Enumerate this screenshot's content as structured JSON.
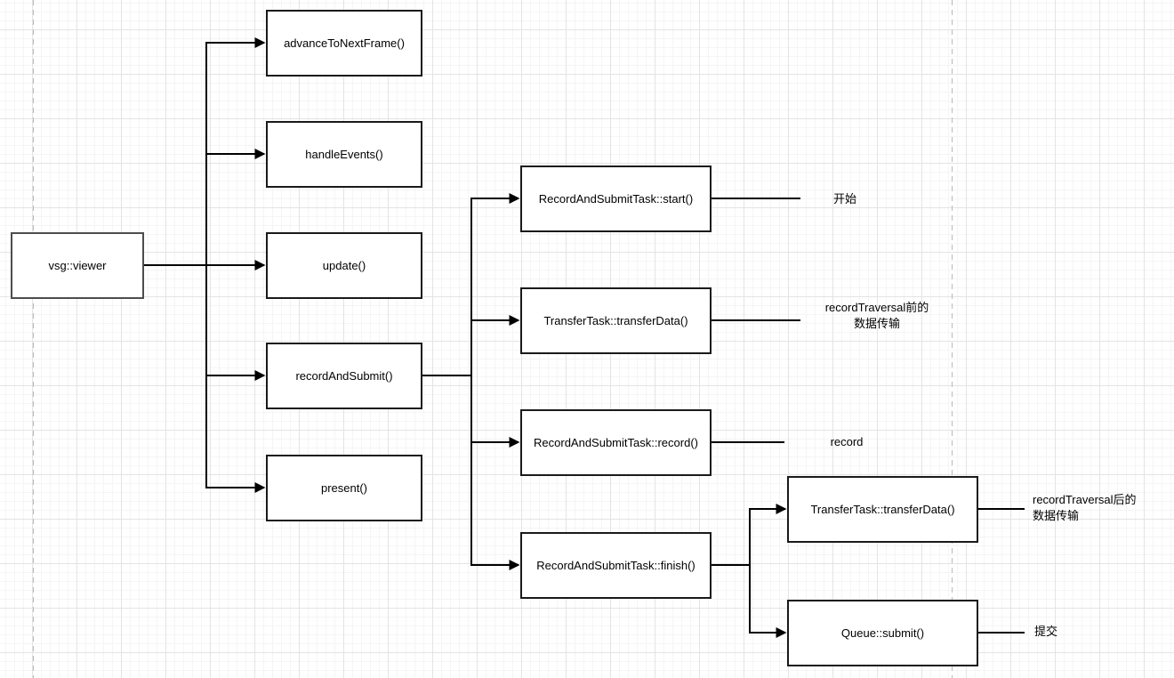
{
  "diagram": {
    "title": "vsg viewer frame-loop call diagram",
    "nodes": {
      "viewer": "vsg::viewer",
      "advance": "advanceToNextFrame()",
      "handle_events": "handleEvents()",
      "update": "update()",
      "record_and_submit": "recordAndSubmit()",
      "present": "present()",
      "task_start": "RecordAndSubmitTask::start()",
      "transfer_pre": "TransferTask::transferData()",
      "task_record": "RecordAndSubmitTask::record()",
      "task_finish": "RecordAndSubmitTask::finish()",
      "transfer_post": "TransferTask::transferData()",
      "queue_submit": "Queue::submit()"
    },
    "labels": {
      "start": "开始",
      "pre_transfer": [
        "recordTraversal前的",
        "数据传输"
      ],
      "record": "record",
      "post_transfer": [
        "recordTraversal后的",
        "数据传输"
      ],
      "submit": "提交"
    },
    "colors": {
      "background": "#ffffff",
      "grid_minor": "#f5f5f5",
      "grid_major": "#e4e4e4",
      "page_boundary": "#b9b9b9",
      "connector": "#000000",
      "box_border": "#1a1a1a",
      "box_fill": "#ffffff",
      "text": "#000000"
    }
  }
}
